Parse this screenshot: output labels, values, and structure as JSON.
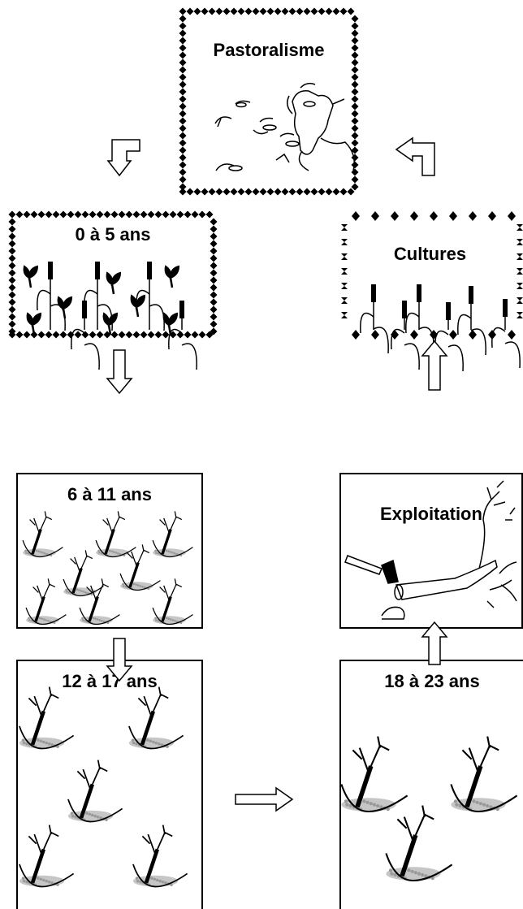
{
  "stages": {
    "pastoralisme": "Pastoralisme",
    "age_0_5": "0 à 5 ans",
    "age_6_11": "6 à 11 ans",
    "age_12_17": "12 à 17 ans",
    "age_18_23": "18 à 23 ans",
    "exploitation": "Exploitation",
    "cultures": "Cultures"
  },
  "colors": {
    "line": "#000000",
    "soil": "#b8b8b8",
    "background": "#ffffff"
  }
}
